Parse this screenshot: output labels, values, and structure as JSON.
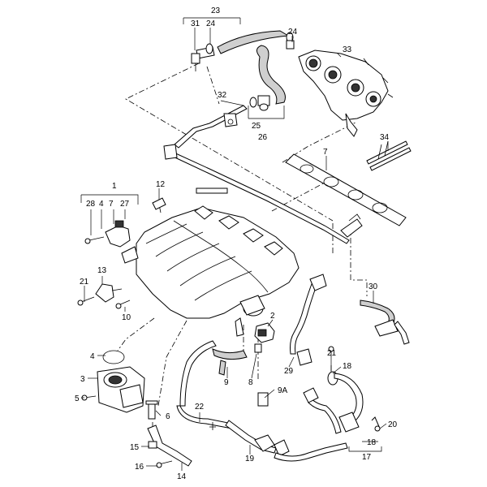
{
  "labels": {
    "p1": "1",
    "p2": "2",
    "p3": "3",
    "p4": "4",
    "p5": "5",
    "p6": "6",
    "p7a": "7",
    "p7b": "7",
    "p8": "8",
    "p9": "9",
    "p9a": "9A",
    "p10": "10",
    "p12": "12",
    "p13": "13",
    "p14": "14",
    "p15": "15",
    "p16": "16",
    "p17": "17",
    "p18a": "18",
    "p18b": "18",
    "p19": "19",
    "p20": "20",
    "p21a": "21",
    "p21b": "21",
    "p22": "22",
    "p23": "23",
    "p24a": "24",
    "p24b": "24",
    "p25": "25",
    "p26": "26",
    "p27": "27",
    "p28": "28",
    "p29": "29",
    "p30": "30",
    "p31": "31",
    "p32": "32",
    "p33": "33",
    "p34": "34"
  }
}
